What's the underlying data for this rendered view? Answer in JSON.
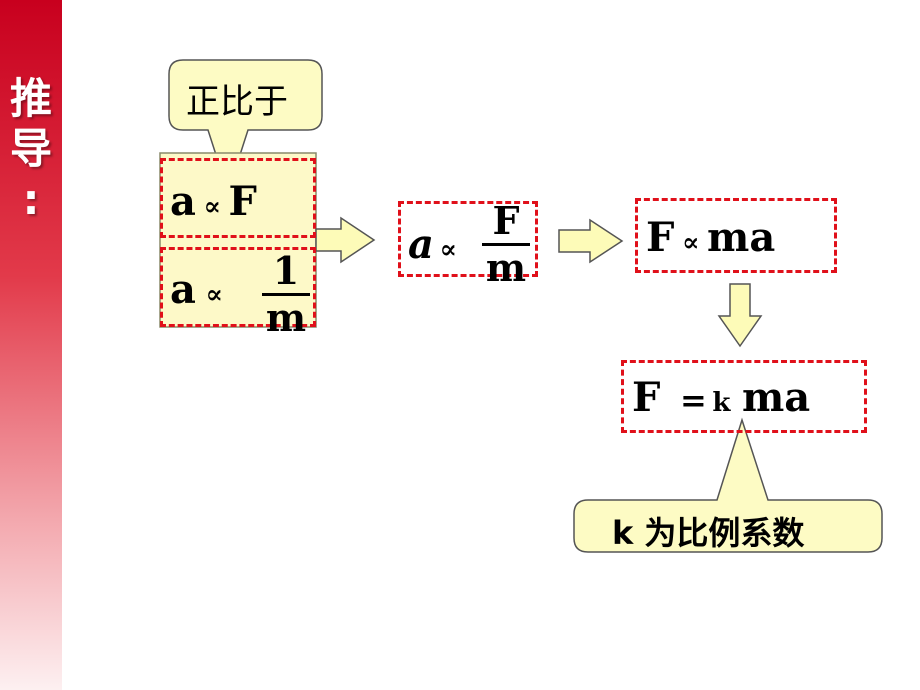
{
  "sidebar": {
    "title_chars": [
      "推",
      "导",
      ":"
    ]
  },
  "callouts": {
    "proportional_to": "正比于",
    "k_coefficient": "k 为比例系数"
  },
  "formulas": {
    "a_prop_F": {
      "lhs": "a",
      "op": "∝",
      "rhs": "F"
    },
    "a_prop_inv_m": {
      "lhs": "a",
      "op": "∝",
      "num": "1",
      "den": "m"
    },
    "a_prop_F_over_m": {
      "lhs": "a",
      "op": "∝",
      "num": "F",
      "den": "m"
    },
    "F_prop_ma": {
      "lhs": "F",
      "op": "∝",
      "rhs": "ma"
    },
    "F_eq_kma": {
      "lhs": "F",
      "op": "=",
      "k": "k",
      "rhs": "ma"
    }
  },
  "colors": {
    "dash_red": "#e0101a",
    "callout_fill": "#fdfbc4",
    "arrow_fill": "#fdfbb8",
    "sidebar_red": "#c8001e"
  }
}
